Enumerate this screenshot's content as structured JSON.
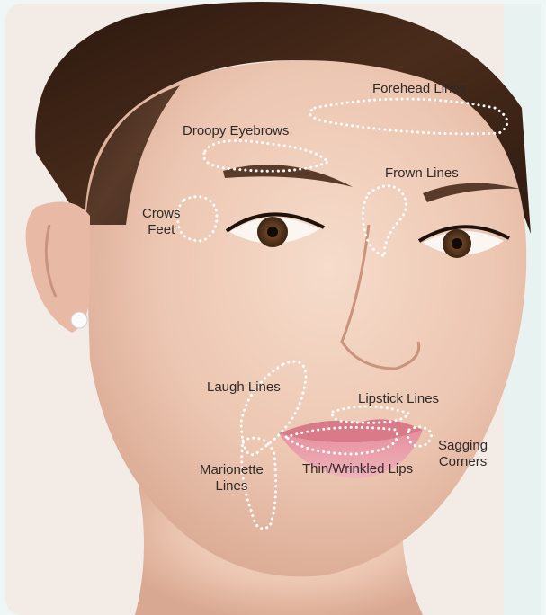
{
  "labels": {
    "forehead_lines": "Forehead Lines",
    "droopy_eyebrows": "Droopy Eyebrows",
    "frown_lines": "Frown Lines",
    "crows_feet_line1": "Crows",
    "crows_feet_line2": "Feet",
    "laugh_lines": "Laugh Lines",
    "lipstick_lines": "Lipstick Lines",
    "sagging_corners_line1": "Sagging",
    "sagging_corners_line2": "Corners",
    "marionette_lines_line1": "Marionette",
    "marionette_lines_line2": "Lines",
    "thin_wrinkled_lips": "Thin/Wrinkled Lips"
  },
  "colors": {
    "outline": "#ffffff",
    "label_text": "#2f2a28",
    "background": "#eef7f5",
    "skin": "#f0d2bf",
    "hair": "#3a2418",
    "lips": "#e9a3ad"
  }
}
